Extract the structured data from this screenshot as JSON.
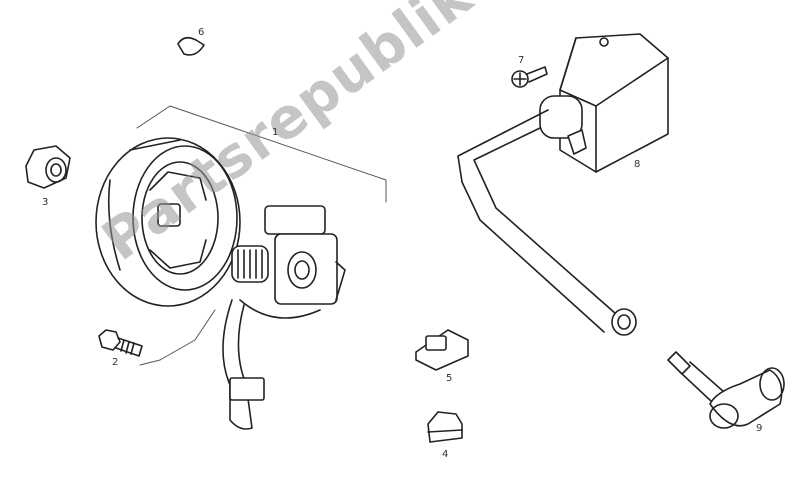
{
  "watermark": {
    "text": "Partsrepublik"
  },
  "callouts": [
    {
      "id": "1",
      "label": "1"
    },
    {
      "id": "2",
      "label": "2"
    },
    {
      "id": "3",
      "label": "3"
    },
    {
      "id": "4",
      "label": "4"
    },
    {
      "id": "5",
      "label": "5"
    },
    {
      "id": "6",
      "label": "6"
    },
    {
      "id": "7",
      "label": "7"
    },
    {
      "id": "8",
      "label": "8"
    },
    {
      "id": "9",
      "label": "9"
    }
  ],
  "colors": {
    "line": "#222222",
    "watermark": "#969696",
    "background": "#ffffff"
  }
}
